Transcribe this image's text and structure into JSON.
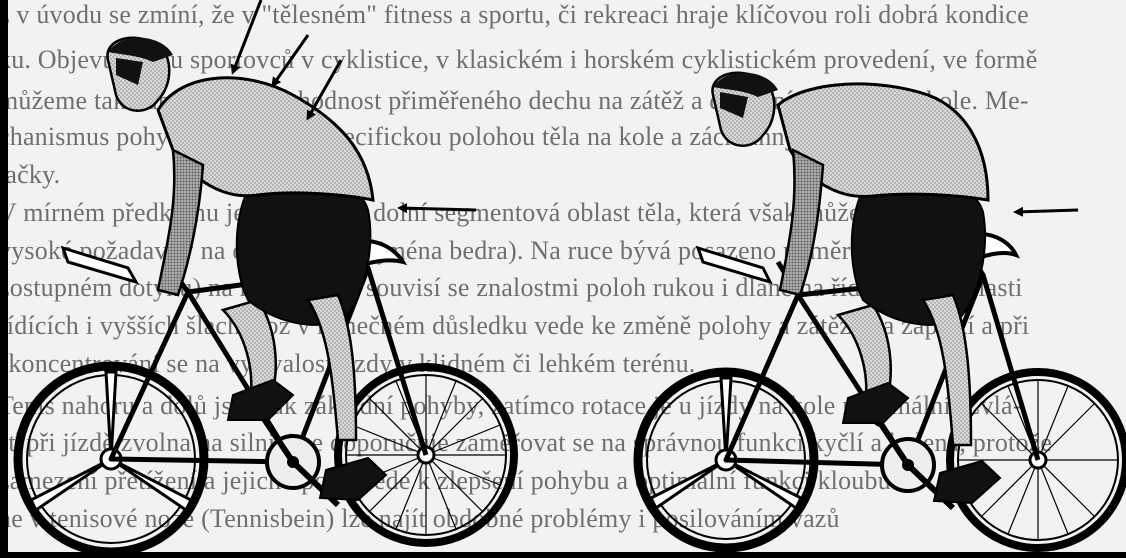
{
  "document": {
    "language": "cs",
    "visible_text_lines": [
      "z v úvodu se zmíní, že v \"tělesném\" fitness a sportu, či rekreaci hraje klíčovou roli dobrá kondice",
      "ku. Objevuje se u sportovců v cyklistice, v klasickém i horském cyklistickém provedení, ve formě",
      "můžeme také upozornit na vhodnost přiměřeného dechu na zátěž a dýchání při jízdě na kole. Me-",
      "chanismus pohybu je vyvolán specifickou polohou těla na kole a záchranný efekt",
      "lačky.",
      "V mírném předklonu je posilována dolní segmentová oblast těla, která však může klade-",
      "vysoké požadavky na oblast zad (zejména bedra). Na ruce bývá posazeno poměrně těžce (při",
      "zostupném dotyku) na řídítka, což souvisí se znalostmi poloh rukou i dlaně na řídítkách v oblasti",
      "řídících i vyšších šlach, což v konečném důsledku vede ke změně polohy a zátěže na zápěstí a při",
      "skoncentrování se na vytrvalost jízdy v klidném či lehkém terénu.",
      "Tenis nahoru a dolů jsou tak základní pohyby, zatímco rotace je u jízdy na kole minimální. Zvlá-",
      "šť při jízdě zvolna na silnici se doporučuje zaměřovat se na správnou funkci kyčlí a kolena, protože",
      "zamezení přetížení a jejich úponů vede k zlepšení pohybu a optimální funkci kloubů.",
      "ne v tenisové noze (Tennisbein) lze najít obdobné problémy i posilováním vazů"
    ]
  },
  "figure": {
    "panels": [
      {
        "posture": "hunched-rounded-back"
      },
      {
        "posture": "lowered-stretched-back"
      }
    ]
  }
}
